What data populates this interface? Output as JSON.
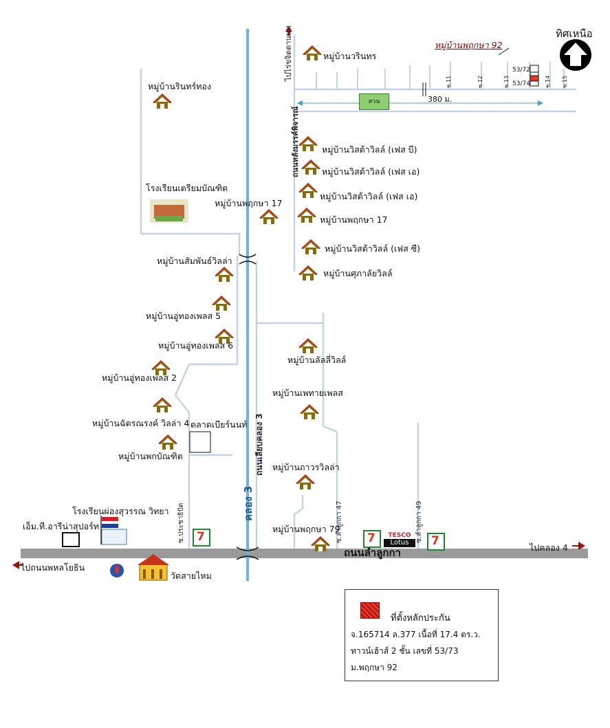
{
  "north_label": "ทิศเหนือ",
  "villages": [
    {
      "id": "v1",
      "label": "หมู่บ้านวรินทร"
    },
    {
      "id": "v2",
      "label": "หมู่บ้านรินทร์ทอง"
    },
    {
      "id": "v3",
      "label": "หมู่บ้านวิสต้าวิลล์ (เฟส บี)"
    },
    {
      "id": "v4",
      "label": "หมู่บ้านวิสต้าวิลล์ (เฟส เอ)"
    },
    {
      "id": "v5",
      "label": "หมู่บ้านวิสต้าวิลล์ (เฟส เอ)"
    },
    {
      "id": "v6",
      "label": "หมู่บ้านพฤกษา 17"
    },
    {
      "id": "v7",
      "label": "หมู่บ้านพฤกษา 17"
    },
    {
      "id": "v8",
      "label": "หมู่บ้านวิสต้าวิลล์ (เฟส ซี)"
    },
    {
      "id": "v9",
      "label": "หมู่บ้านศุภาลัยวิลล์"
    },
    {
      "id": "v10",
      "label": "หมู่บ้านสัมพันธ์วิลล่า"
    },
    {
      "id": "v11",
      "label": "หมู่บ้านอู่ทองเพลส 5"
    },
    {
      "id": "v12",
      "label": "หมู่บ้านอู่ทองเพลส 6"
    },
    {
      "id": "v13",
      "label": "หมู่บ้านอู่ทองเพลส 2"
    },
    {
      "id": "v14",
      "label": "หมู่บ้านลัลลี่วิลล์"
    },
    {
      "id": "v15",
      "label": "หมู่บ้านเพทายเพลส"
    },
    {
      "id": "v16",
      "label": "หมู่บ้านฉัตรณรงค์ วิลล่า 4"
    },
    {
      "id": "v17",
      "label": "หมู่บ้านพกบัณฑิต"
    },
    {
      "id": "v18",
      "label": "หมู่บ้านถาวรวิลล่า"
    },
    {
      "id": "v19",
      "label": "หมู่บ้านพฤกษา 79"
    }
  ],
  "top_village": "หมู่บ้านพฤกษา 92",
  "places": {
    "school_prep": "โรงเรียนเตรียมบัณฑิต",
    "market": "ตลาดเบียร์นนท์",
    "school_pong": "โรงเรียนผ่องสุวรรณ วิทยา",
    "supermarket": "เอ็ม.ที.อารีน่าสุปอร์ท",
    "temple": "วัดสายไหม",
    "park": "สวน",
    "tesco": "TESCO",
    "lotus": "Lotus",
    "seven": "7"
  },
  "roads": {
    "main_road": "ถนนลำลูกกา",
    "canal": "คลอง 3",
    "canal_road": "ถนนเลียบคลอง 3",
    "side_road": "ถนนหลังมรรค์พิจารณ์",
    "farm": "ไปไร่ขจิตตานนท",
    "to_phahol": "ไปถนนพหลโยธิน",
    "to_klong4": "ไปคลอง 4",
    "soi_prachathip": "ซ.ประชาธิปัต",
    "soi47": "ซ.ลำลูกกา 47",
    "soi49": "ซ.ลำลูกกา 49",
    "soi11": "ซ.11",
    "soi12": "ซ.12",
    "soi13": "ซ.13",
    "soi14": "ซ.14",
    "soi15": "ซ.15",
    "distance": "380 ม."
  },
  "units": {
    "u1": "53/72",
    "u2": "53/74"
  },
  "legend": {
    "title": "ที่ตั้งหลักประกัน",
    "line1": "จ.165714 ล.377 เนื้อที่ 17.4 ตร.ว.",
    "line2": "ทาวน์เฮ้าส์ 2 ชั้น เลขที่ 53/73",
    "line3": "ม.พฤกษา 92"
  },
  "colors": {
    "road": "#c2d4e4",
    "main_road": "#9a9a9a",
    "canal": "#6cb4dc",
    "house": "#8a6a0a",
    "roof": "#c81e1e",
    "collateral": "#e23b2a"
  }
}
